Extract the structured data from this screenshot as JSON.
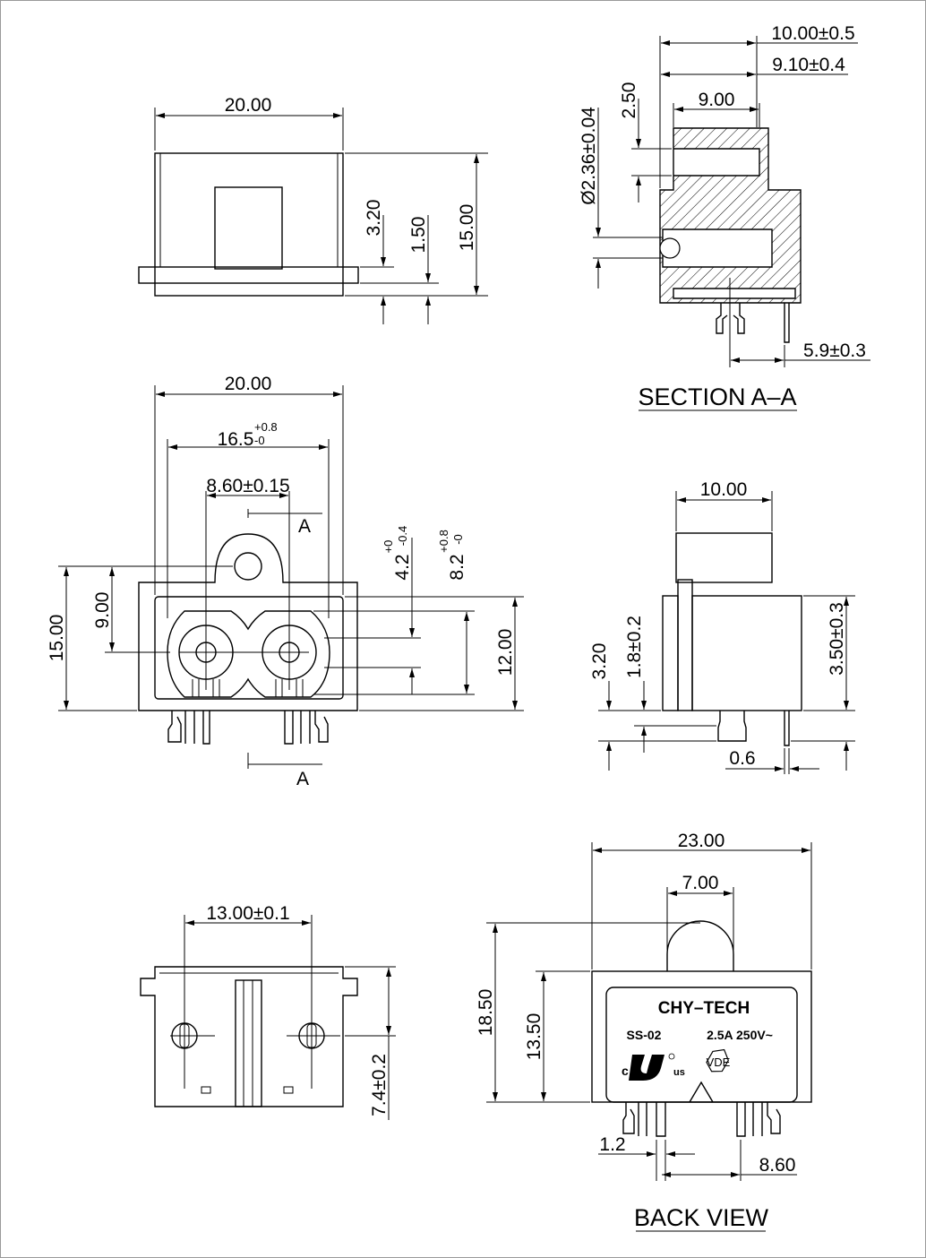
{
  "top_view": {
    "width": "20.00",
    "dim_a": "3.20",
    "dim_b": "1.50",
    "height": "15.00"
  },
  "section_view": {
    "overall": "10.00±0.5",
    "depth": "9.10±0.4",
    "inner": "9.00",
    "offset": "2.50",
    "bore": "Ø2.36±0.04",
    "pin_offset": "5.9±0.3",
    "title": "SECTION  A–A"
  },
  "front_view": {
    "width": "20.00",
    "opening": "16.5",
    "opening_tol_plus": "+0.8",
    "opening_tol_minus": "-0",
    "pin_spacing": "8.60±0.15",
    "section_marker_top": "A",
    "section_marker_bottom": "A",
    "dim_a": "4.2",
    "dim_a_tol_plus": "+0",
    "dim_a_tol_minus": "-0.4",
    "dim_b": "8.2",
    "dim_b_tol_plus": "+0.8",
    "dim_b_tol_minus": "-0",
    "height": "15.00",
    "hole_height": "9.00",
    "body_height": "12.00"
  },
  "side_view": {
    "width": "10.00",
    "dim_a": "3.20",
    "dim_b": "1.8±0.2",
    "dim_c": "3.50±0.3",
    "pin_thickness": "0.6"
  },
  "bottom_view": {
    "pin_spacing": "13.00±0.1",
    "height": "7.4±0.2"
  },
  "back_view": {
    "width": "23.00",
    "tab_width": "7.00",
    "height": "18.50",
    "body_height": "13.50",
    "pin_width": "1.2",
    "pin_spacing": "8.60",
    "brand": "CHY–TECH",
    "model": "SS-02",
    "rating": "2.5A  250V~",
    "cert_ul_c": "c",
    "cert_ul_us": "us",
    "cert_vde": "VDE",
    "title": "BACK  VIEW"
  }
}
